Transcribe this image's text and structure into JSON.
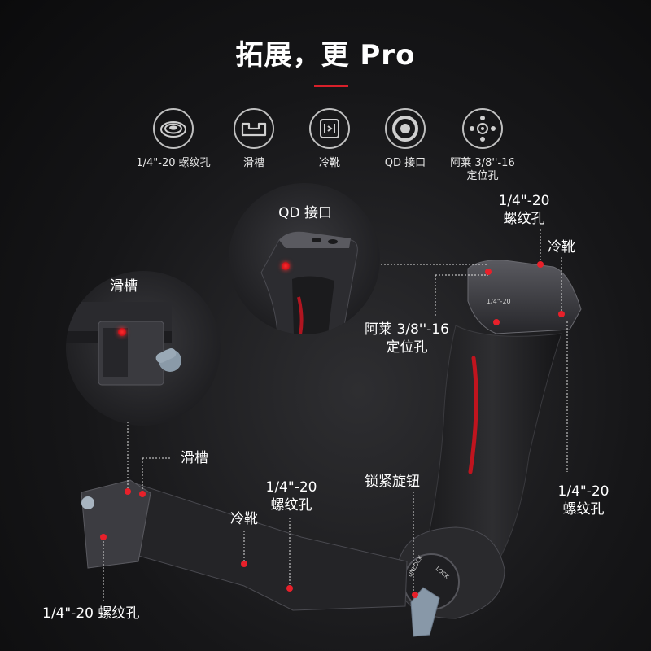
{
  "title": "拓展，更 Pro",
  "features": [
    {
      "icon": "threaded-hole-icon",
      "label": "1/4\"-20  螺纹孔"
    },
    {
      "icon": "slide-rail-icon",
      "label": "滑槽"
    },
    {
      "icon": "cold-shoe-icon",
      "label": "冷靴"
    },
    {
      "icon": "qd-socket-icon",
      "label": "QD 接口"
    },
    {
      "icon": "arri-locating-icon",
      "label": "阿莱 3/8''-16\n定位孔"
    }
  ],
  "zoom_qd": {
    "label": "QD 接口"
  },
  "zoom_rail": {
    "label": "滑槽"
  },
  "callouts": {
    "handle_top_thread": "1/4\"-20\n螺纹孔",
    "handle_cold_shoe": "冷靴",
    "handle_arri": "阿莱 3/8''-16\n定位孔",
    "handle_side_thread": "1/4\"-20\n螺纹孔",
    "lock_knob": "锁紧旋钮",
    "arm_rail": "滑槽",
    "arm_thread": "1/4\"-20\n螺纹孔",
    "arm_cold_shoe": "冷靴",
    "arm_bottom_thread": "1/4\"-20 螺纹孔"
  },
  "engravings": {
    "handle_plate": "1/4\"-20",
    "knob_unlock": "UNLOCK",
    "knob_lock": "LOCK"
  }
}
